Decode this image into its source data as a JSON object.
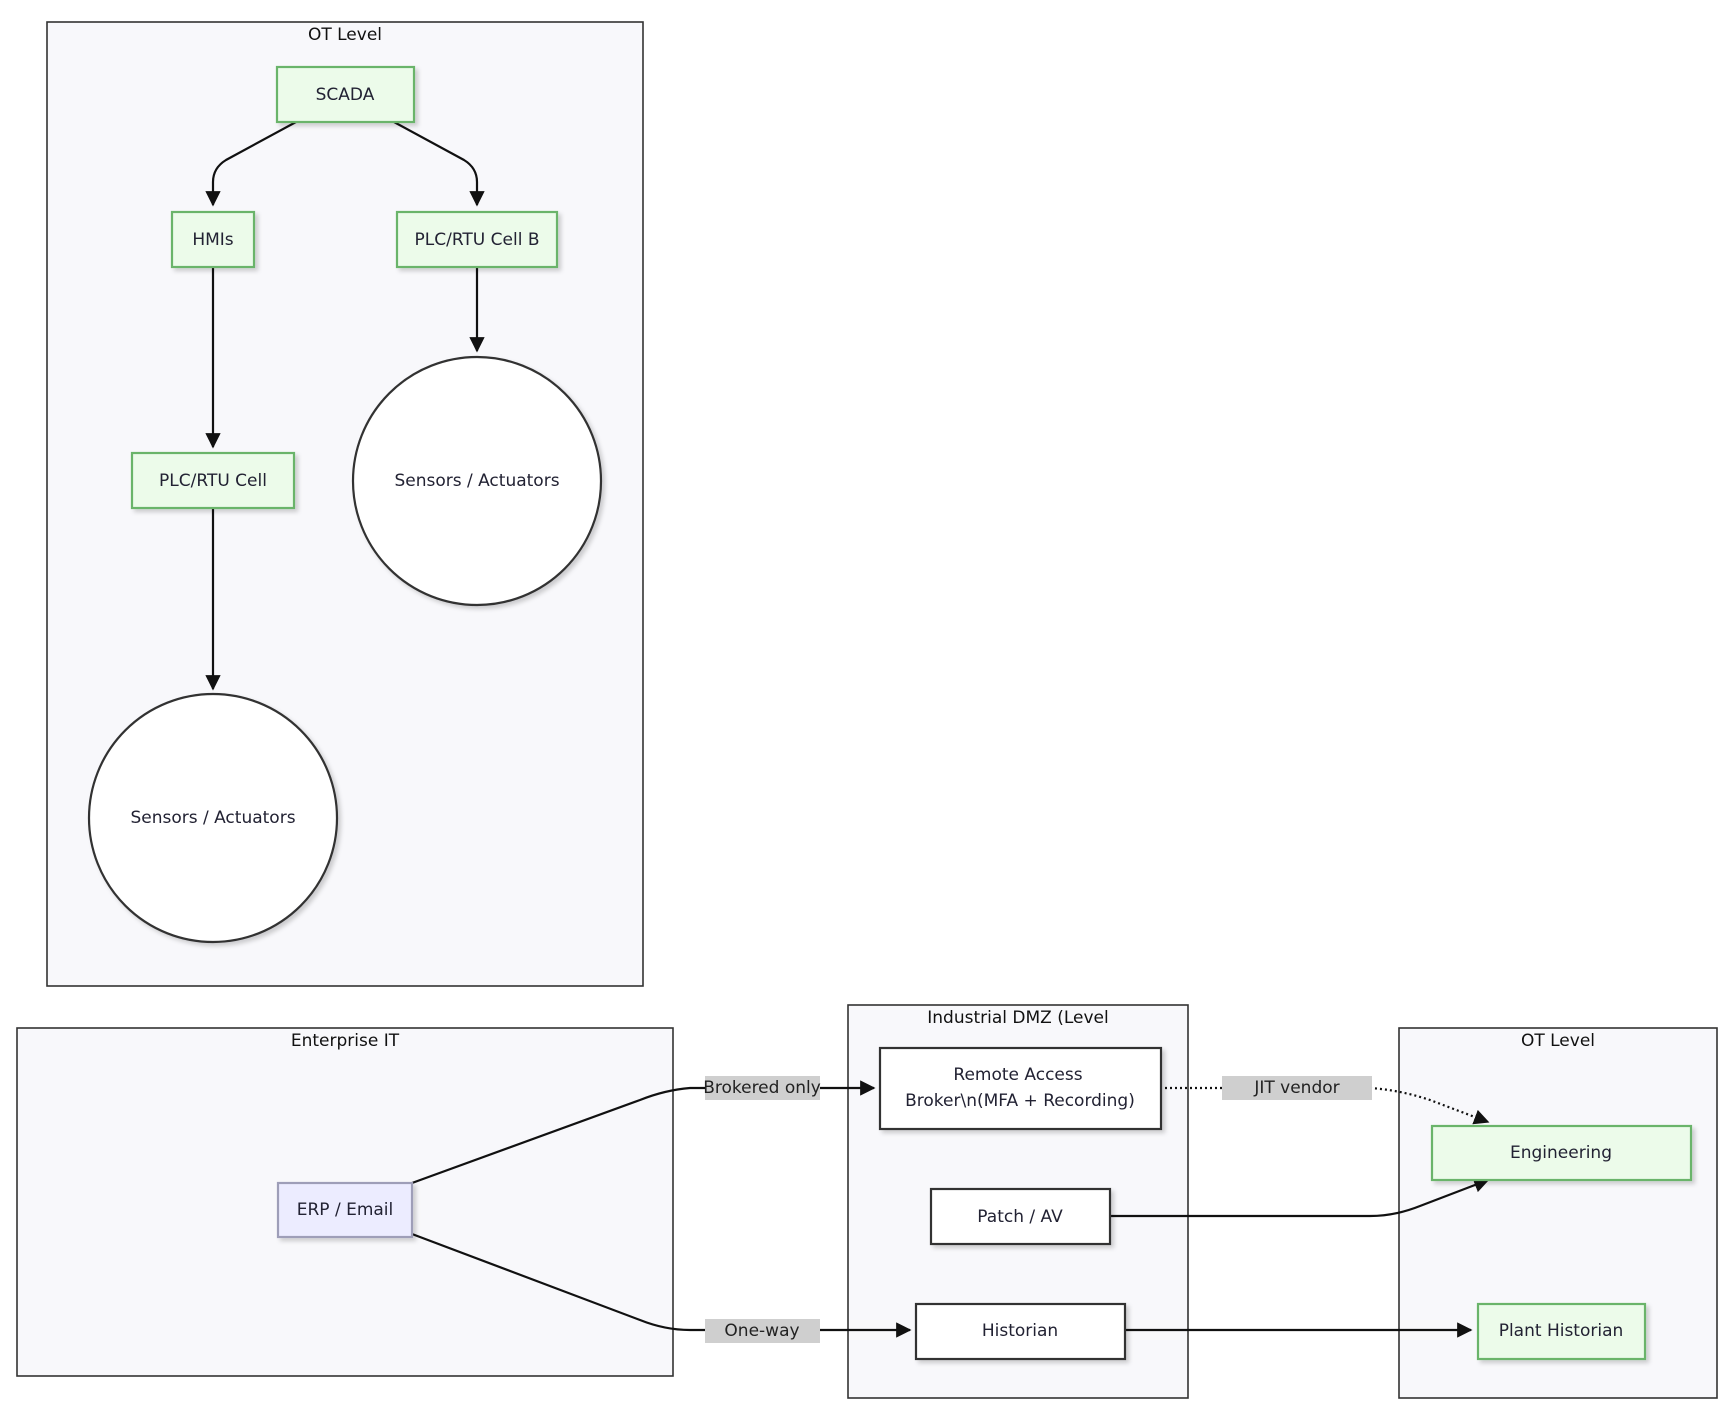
{
  "clusters": {
    "ot_top": {
      "title": "OT Level"
    },
    "enterprise": {
      "title": "Enterprise IT"
    },
    "dmz": {
      "title": "Industrial DMZ (Level"
    },
    "ot_bottom": {
      "title": "OT Level"
    }
  },
  "nodes": {
    "scada": "SCADA",
    "hmis": "HMIs",
    "plc_b": "PLC/RTU Cell B",
    "plc": "PLC/RTU Cell",
    "sensors_1": "Sensors / Actuators",
    "sensors_2": "Sensors / Actuators",
    "erp": "ERP / Email",
    "remote_line1": "Remote Access",
    "remote_line2": "Broker\\n(MFA + Recording)",
    "patch": "Patch / AV",
    "historian": "Historian",
    "engineering": "Engineering",
    "plant_historian": "Plant Historian"
  },
  "edge_labels": {
    "brokered": "Brokered only",
    "oneway": "One-way",
    "jit": "JIT vendor"
  },
  "colors": {
    "green_fill": "#ecfbea",
    "green_stroke": "#6ab46a",
    "purple_fill": "#ececff",
    "cluster_fill": "#f8f8fb"
  }
}
